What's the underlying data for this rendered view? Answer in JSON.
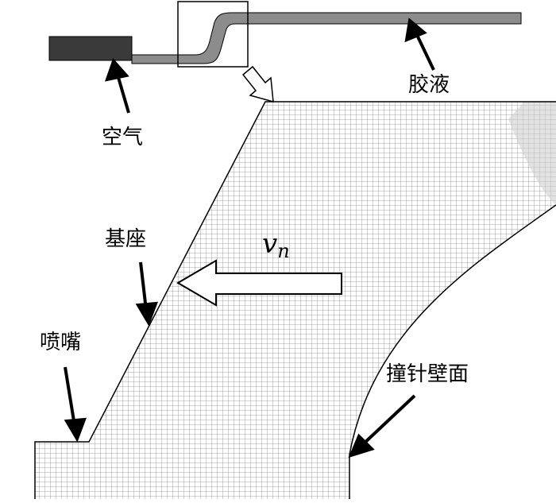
{
  "labels": {
    "air": "空气",
    "glue": "胶液",
    "base": "基座",
    "nozzle": "喷嘴",
    "needle_wall": "撞针壁面"
  },
  "velocity": {
    "symbol": "v",
    "subscript": "n"
  },
  "colors": {
    "air_block": "#3a3a3a",
    "tube_fill": "#8c8c8c",
    "mesh_line": "#8a8a8a",
    "outline": "#000000"
  }
}
